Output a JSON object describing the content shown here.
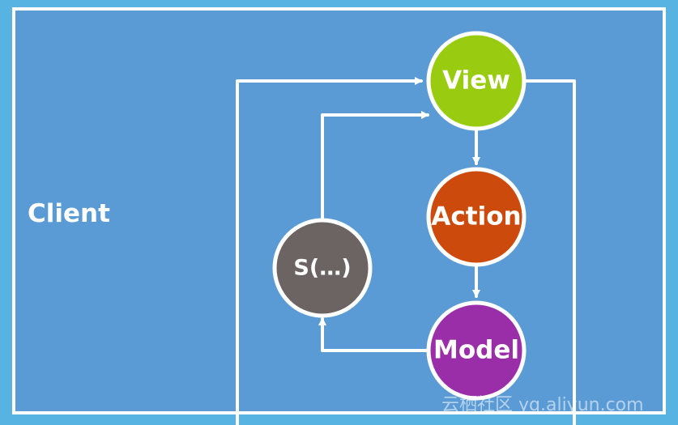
{
  "diagram": {
    "region_label": "Client",
    "nodes": {
      "view": {
        "label": "View",
        "color": "#99cc11"
      },
      "action": {
        "label": "Action",
        "color": "#cc4a0c"
      },
      "model": {
        "label": "Model",
        "color": "#9a2ea8"
      },
      "state": {
        "label": "S(…)",
        "color": "#6b6462"
      }
    }
  },
  "watermark": {
    "text": "云栖社区 yq.aliyun.com"
  },
  "colors": {
    "outer_background": "#56b3e2",
    "client_background": "#5a9bd6",
    "stroke": "#ffffff"
  }
}
